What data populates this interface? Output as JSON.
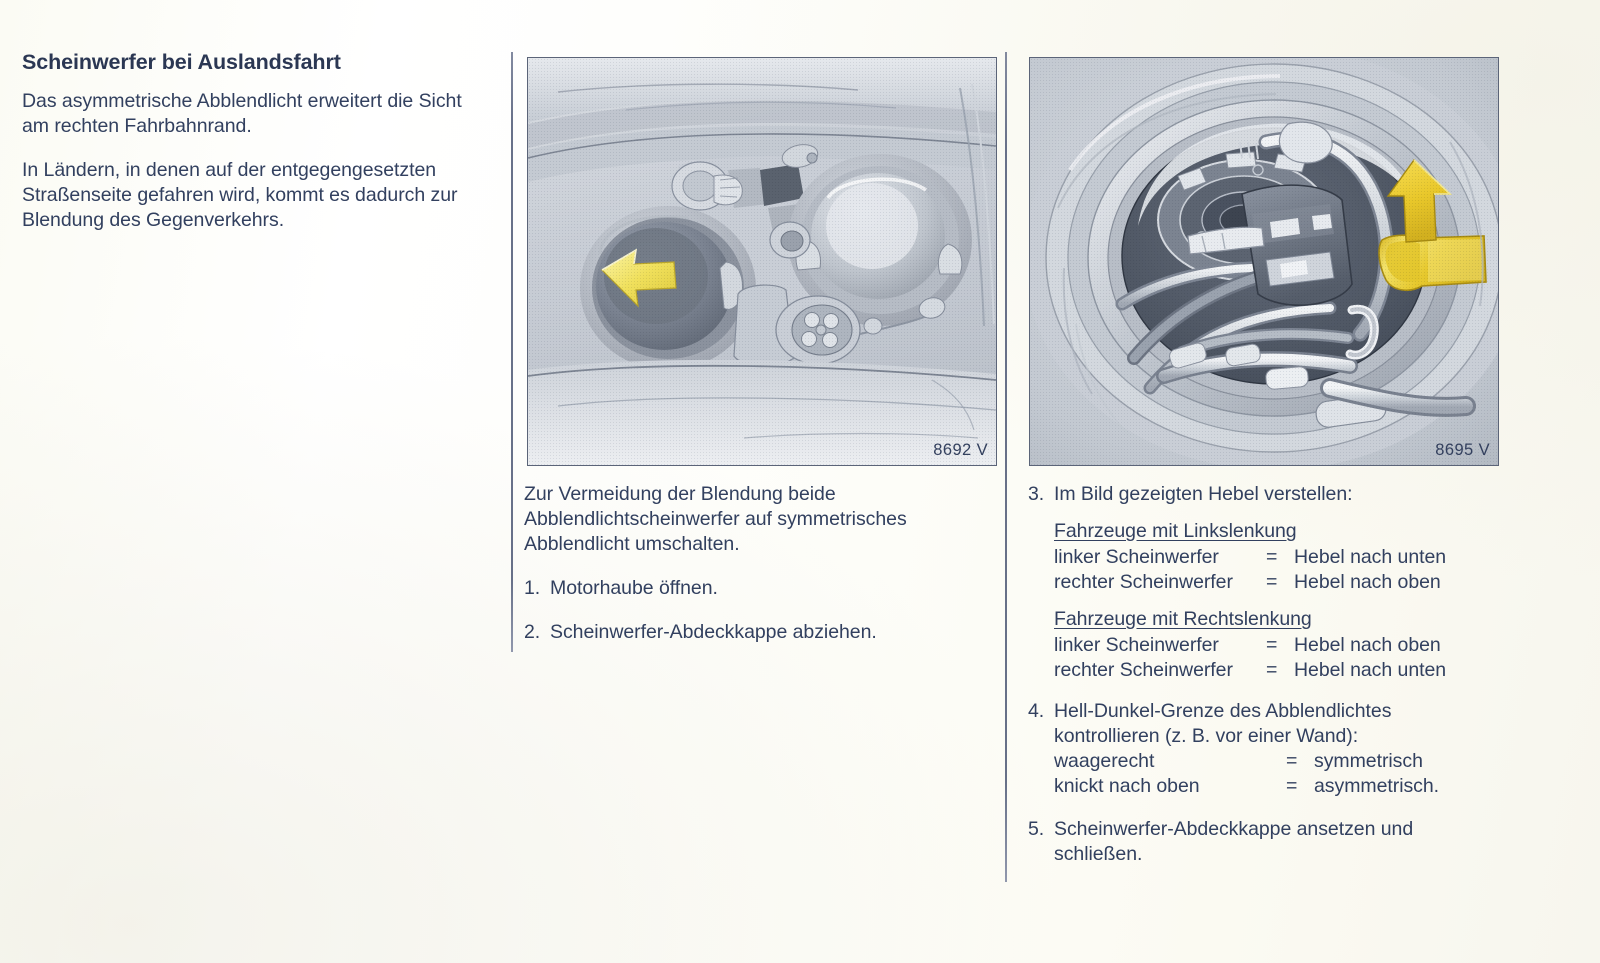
{
  "document": {
    "type": "vehicle-owner-manual-page",
    "language": "de",
    "background_color": "#fdfdfa",
    "text_color": "#32405f"
  },
  "left_column": {
    "title": "Scheinwerfer bei Auslandsfahrt",
    "paragraphs": [
      "Das asymmetrische Abblendlicht erweitert die Sicht am rechten Fahrbahnrand.",
      "In Ländern, in denen auf der entgegengesetzten Straßenseite gefahren wird, kommt es dadurch zur Blendung des Gegenverkehrs."
    ]
  },
  "figures": [
    {
      "id": "figure-left",
      "caption": "8692 V",
      "description": "Motorraum mit Scheinwerfer-Abdeckkappen",
      "arrow_color": "#f2e469"
    },
    {
      "id": "figure-right",
      "caption": "8695 V",
      "description": "Scheinwerfer-Innenseite mit Hebel und Kabeln",
      "arrow_color": "#e8c62b",
      "lever_color": "#e9cb33"
    }
  ],
  "middle_column": {
    "intro": "Zur Vermeidung der Blendung beide Abblendlichtscheinwerfer auf symmetrisches Abblendlicht umschalten.",
    "steps": [
      {
        "number": "1.",
        "text": "Motorhaube öffnen."
      },
      {
        "number": "2.",
        "text": "Scheinwerfer-Abdeckkappe abziehen."
      }
    ]
  },
  "right_column": {
    "steps": [
      {
        "number": "3.",
        "text": "Im Bild gezeigten Hebel verstellen:",
        "groups": [
          {
            "heading": "Fahrzeuge mit Linkslenkung",
            "rows": [
              {
                "left": "linker Scheinwerfer",
                "eq": "=",
                "right": "Hebel nach unten"
              },
              {
                "left": "rechter Scheinwerfer",
                "eq": "=",
                "right": "Hebel nach oben"
              }
            ]
          },
          {
            "heading": "Fahrzeuge mit Rechtslenkung",
            "rows": [
              {
                "left": "linker Scheinwerfer",
                "eq": "=",
                "right": "Hebel nach oben"
              },
              {
                "left": "rechter Scheinwerfer",
                "eq": "=",
                "right": "Hebel nach unten"
              }
            ]
          }
        ]
      },
      {
        "number": "4.",
        "text": "Hell-Dunkel-Grenze des Abblendlichtes kontrollieren (z. B. vor einer Wand):",
        "rows": [
          {
            "left": "waagerecht",
            "eq": "=",
            "right": "symmetrisch"
          },
          {
            "left": "knickt nach oben",
            "eq": "=",
            "right": "asymmetrisch."
          }
        ]
      },
      {
        "number": "5.",
        "text": "Scheinwerfer-Abdeckkappe ansetzen und schließen."
      }
    ]
  }
}
